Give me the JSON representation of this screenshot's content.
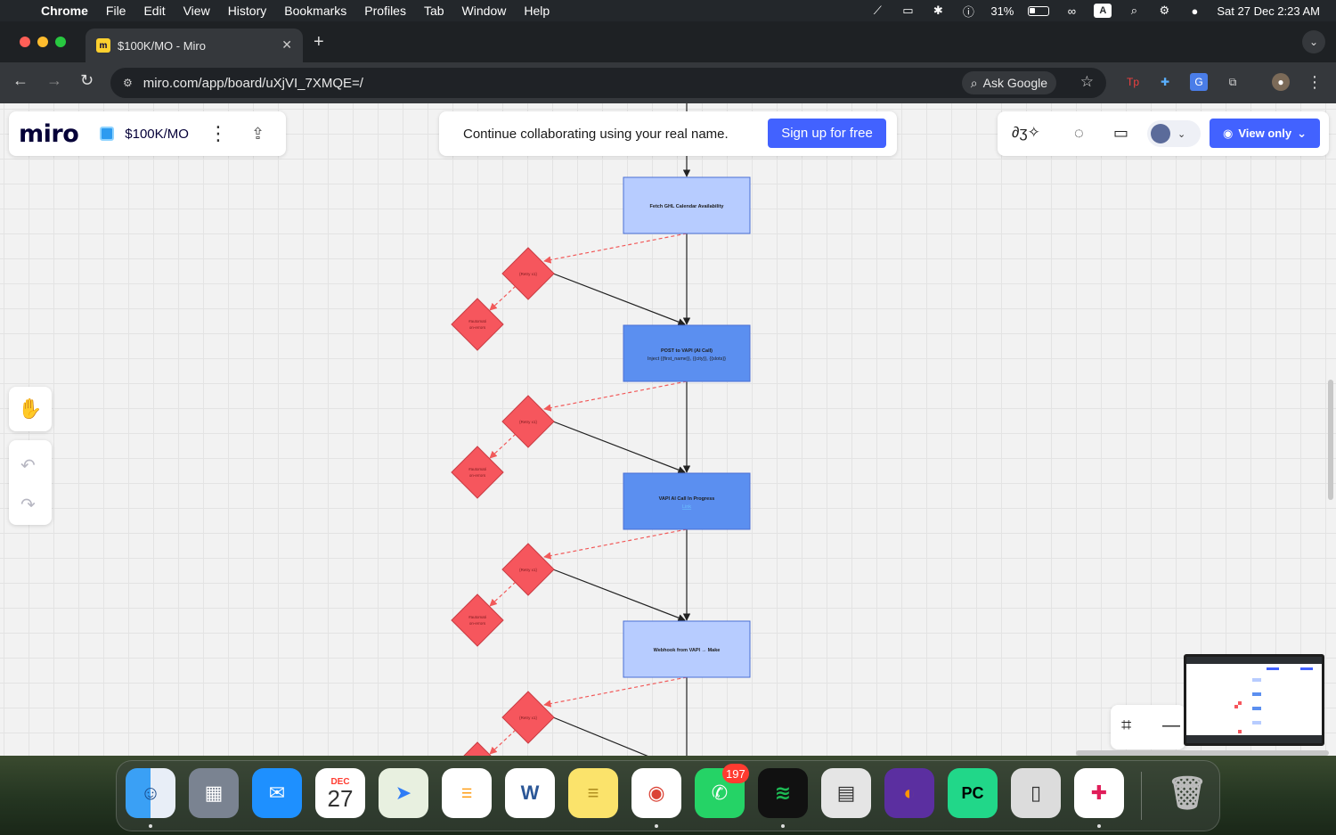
{
  "menubar": {
    "app": "Chrome",
    "items": [
      "File",
      "Edit",
      "View",
      "History",
      "Bookmarks",
      "Profiles",
      "Tab",
      "Window",
      "Help"
    ],
    "battery": "31%",
    "datetime": "Sat 27 Dec  2:23 AM"
  },
  "browser": {
    "tab_title": "$100K/MO - Miro",
    "url": "miro.com/app/board/uXjVI_7XMQE=/",
    "ask_google": "Ask Google"
  },
  "miro": {
    "logo": "miro",
    "board_name": "$100K/MO",
    "banner_text": "Continue collaborating using your real name.",
    "signup_label": "Sign up for free",
    "view_only_label": "View only"
  },
  "flow": {
    "nodes": [
      {
        "title": "Fetch GHL Calendar Availability",
        "subtitle": "",
        "fill": "#b7ccff"
      },
      {
        "title": "POST to VAPI (AI Call)",
        "subtitle": "Inject {{first_name}}, {{city}}, {{slots}}",
        "fill": "#5b8ff0"
      },
      {
        "title": "VAPI AI Call In Progress",
        "subtitle": "Link",
        "fill": "#5b8ff0"
      },
      {
        "title": "Webhook from VAPI → Make",
        "subtitle": "",
        "fill": "#b7ccff"
      }
    ],
    "retry_label": "{Retry x1}",
    "alert_label_line1": "#automati",
    "alert_label_line2": "on-errors",
    "diamond_fill": "#f6565d"
  },
  "dock": {
    "calendar_month": "DEC",
    "calendar_day": "27",
    "whatsapp_badge": "197"
  }
}
